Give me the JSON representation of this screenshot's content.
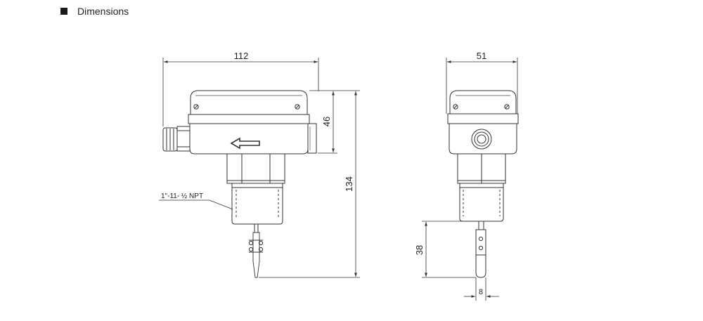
{
  "header": {
    "title": "Dimensions"
  },
  "dimensions": {
    "width_front": "112",
    "height_housing": "46",
    "height_total": "134",
    "width_side": "51",
    "paddle_length": "38",
    "paddle_width": "8"
  },
  "callouts": {
    "thread": "1\"-11- ½ NPT"
  }
}
